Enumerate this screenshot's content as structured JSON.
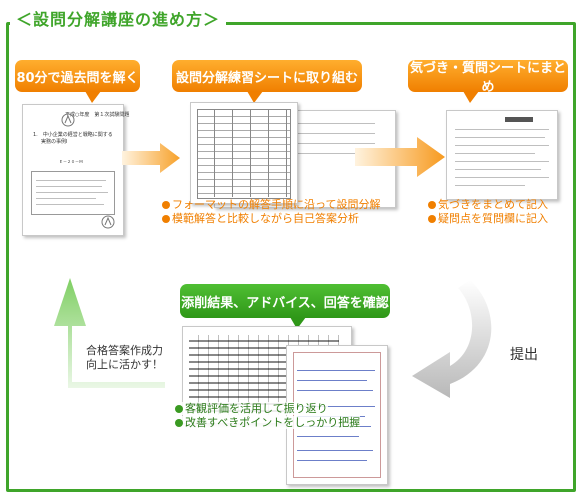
{
  "title": "＜設問分解講座の進め方＞",
  "colors": {
    "green": "#3fa52a",
    "orange": "#f07f00"
  },
  "steps": [
    {
      "label": "80分で過去問を解く"
    },
    {
      "label": "設問分解練習シートに取り組む",
      "notes": [
        "フォーマットの解答手順に沿って設問分解",
        "模範解答と比較しながら自己答案分析"
      ]
    },
    {
      "label": "気づき・質問シートにまとめ",
      "notes": [
        "気づきをまとめて記入",
        "疑問点を質問欄に記入"
      ]
    },
    {
      "label": "添削結果、アドバイス、回答を確認",
      "notes": [
        "客観評価を活用して振り返り",
        "改善すべきポイントをしっかり把握"
      ]
    }
  ],
  "submit_label": "提出",
  "cycle_label": [
    "合格答案作成力",
    "向上に活かす！"
  ],
  "doc1": {
    "header": "平成○年度　第１次試験問題",
    "q1": "1.　中小企業の経営と戦略に関する",
    "q2": "実務の事例Ⅰ",
    "sub": "Ｅ－２０－Ｍ"
  }
}
